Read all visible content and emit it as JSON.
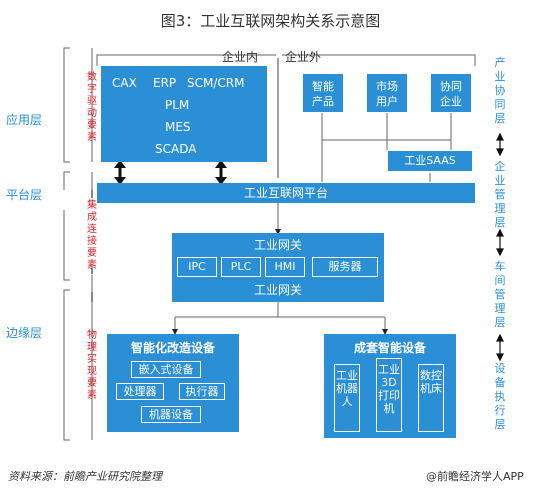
{
  "title": "图3：工业互联网架构关系示意图",
  "layers": {
    "application": "应用层",
    "platform": "平台层",
    "edge": "边缘层"
  },
  "left_vertical": {
    "data_driven": "数字驱动要素",
    "integration": "集成连接要素",
    "physical": "物理实现要素"
  },
  "right_vertical": {
    "industry_collab": "产业协同层",
    "enterprise_mgmt": "企业管理层",
    "workshop_mgmt": "车间管理层",
    "device_exec": "设备执行层"
  },
  "sections": {
    "inside": "企业内",
    "outside": "企业外"
  },
  "app_box": {
    "row1": [
      "CAX",
      "ERP",
      "SCM/CRM"
    ],
    "plm": "PLM",
    "mes": "MES",
    "scada": "SCADA"
  },
  "outside_boxes": [
    "智能产品",
    "市场用户",
    "协同企业"
  ],
  "saas": "工业SAAS",
  "platform_bar": "工业互联网平台",
  "gateway": {
    "top": "工业网关",
    "items": [
      "IPC",
      "PLC",
      "HMI",
      "服务器"
    ],
    "bottom": "工业网关"
  },
  "smart_retrofit": {
    "title": "智能化改造设备",
    "embedded": "嵌入式设备",
    "processor": "处理器",
    "actuator": "执行器",
    "machine": "机器设备"
  },
  "complete_equipment": {
    "title": "成套智能设备",
    "items": [
      "工业机器人",
      "工业3D打印机",
      "数控机床"
    ]
  },
  "footer": {
    "source": "资料来源：前瞻产业研究院整理",
    "brand": "@前瞻经济学人APP"
  },
  "colors": {
    "primary_blue": "#2b8fd6",
    "label_red": "#d9262c",
    "line_gray": "#666666"
  }
}
